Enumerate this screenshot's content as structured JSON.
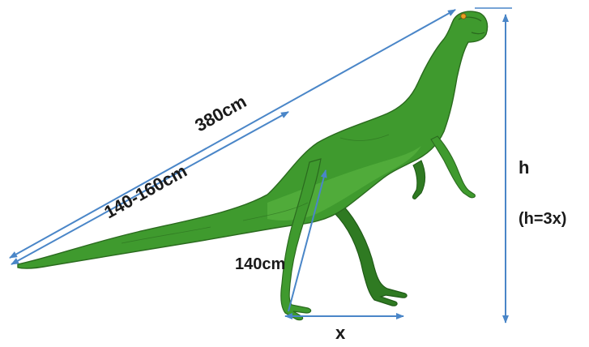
{
  "labels": {
    "total_length": "380cm",
    "tail_length": "140-160cm",
    "leg_length": "140cm",
    "stride": "x",
    "height": "h",
    "height_relation": "(h=3x)"
  },
  "colors": {
    "arrow": "#4a86c8",
    "dino_body": "#3f9a2e",
    "dino_dark": "#2a6a1e",
    "dino_light": "#5cb843",
    "eye": "#e8a020",
    "text": "#1a1a1a"
  },
  "icons": {
    "animal": "dinosaur-illustration"
  }
}
